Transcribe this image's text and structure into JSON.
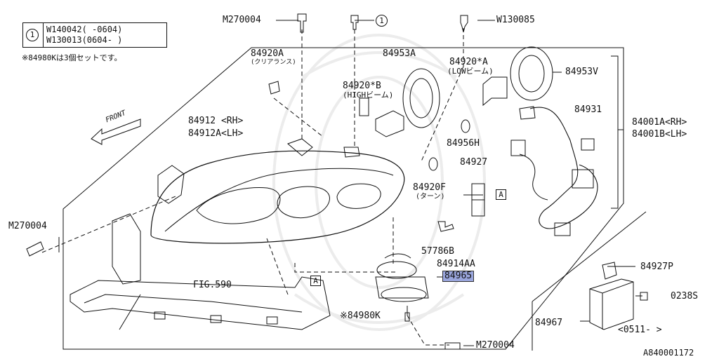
{
  "legend": {
    "marker": "1",
    "row1": "W140042( -0604)",
    "row2": "W130013(0604- )"
  },
  "note": "※84980Kは3個セットです。",
  "front_label": "FRONT",
  "marker_A": "A",
  "marker_1": "1",
  "parts": {
    "m270004_top": "M270004",
    "w130085": "W130085",
    "p84920A": "84920A",
    "p84920A_sub": "(クリアランス)",
    "p84953A": "84953A",
    "p84920sA": "84920*A",
    "p84920sA_sub": "(LOWビーム)",
    "p84953V": "84953V",
    "p84920sB": "84920*B",
    "p84920sB_sub": "(HIGHビーム)",
    "p84931": "84931",
    "p84912": "84912 <RH>",
    "p84912A": "84912A<LH>",
    "p84001A": "84001A<RH>",
    "p84001B": "84001B<LH>",
    "p84956H": "84956H",
    "p84927": "84927",
    "p84920F": "84920F",
    "p84920F_sub": "(ターン)",
    "m270004_left": "M270004",
    "p57786B": "57786B",
    "p84914AA": "84914AA",
    "p84965": "84965",
    "fig590": "FIG.590",
    "p84980K": "※84980K",
    "m270004_bottom": "M270004",
    "p84927P": "84927P",
    "p0238S": "0238S",
    "p84967": "84967",
    "date_0511": "<0511- >",
    "ref": "A840001172"
  }
}
